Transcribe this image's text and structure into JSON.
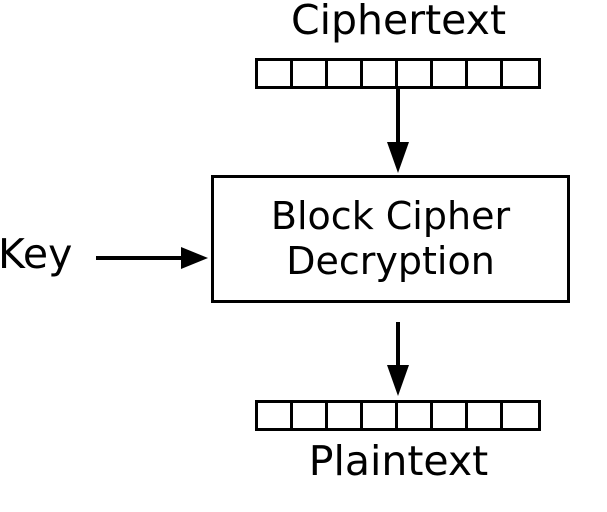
{
  "diagram": {
    "title": "Block Cipher Decryption",
    "background_color": "#ffffff",
    "stroke_color": "#000000"
  },
  "ciphertext": {
    "label": "Ciphertext",
    "cell_count": 8,
    "cells": [
      "",
      "",
      "",
      "",
      "",
      "",
      "",
      ""
    ]
  },
  "plaintext": {
    "label": "Plaintext",
    "cell_count": 8,
    "cells": [
      "",
      "",
      "",
      "",
      "",
      "",
      "",
      ""
    ]
  },
  "key": {
    "label": "Key"
  },
  "process_box": {
    "line1": "Block Cipher",
    "line2": "Decryption"
  },
  "arrows": {
    "ciphertext_to_box": "down-arrow",
    "key_to_box": "right-arrow",
    "box_to_plaintext": "down-arrow"
  }
}
